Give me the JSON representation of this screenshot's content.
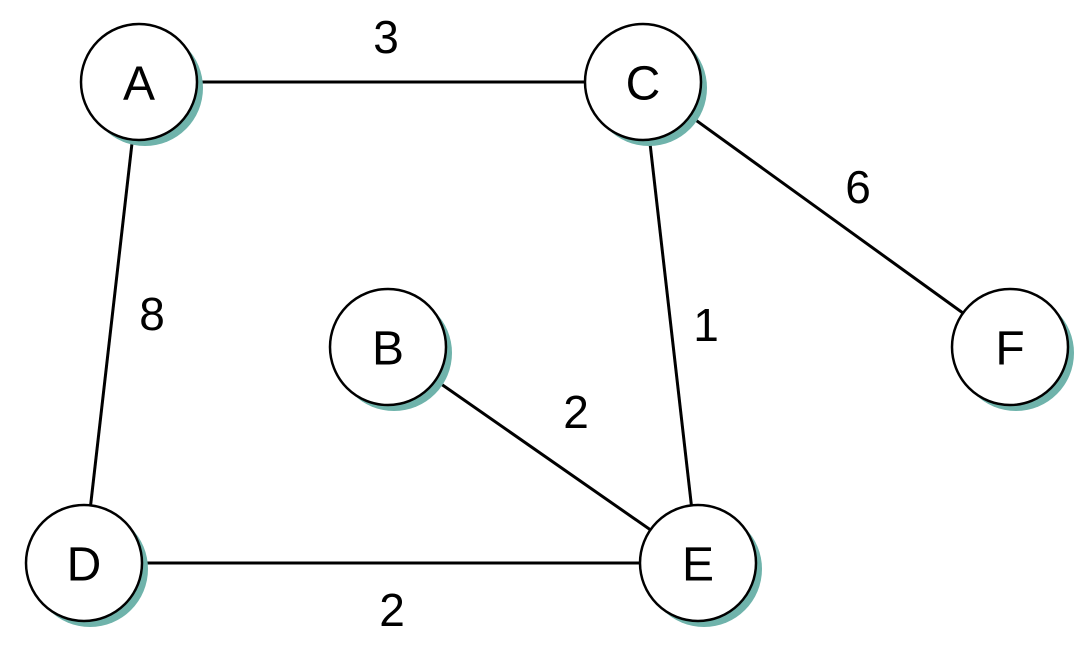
{
  "graph": {
    "nodes": [
      {
        "id": "A",
        "label": "A"
      },
      {
        "id": "B",
        "label": "B"
      },
      {
        "id": "C",
        "label": "C"
      },
      {
        "id": "D",
        "label": "D"
      },
      {
        "id": "E",
        "label": "E"
      },
      {
        "id": "F",
        "label": "F"
      }
    ],
    "edges": [
      {
        "from": "A",
        "to": "C",
        "weight": "3"
      },
      {
        "from": "A",
        "to": "D",
        "weight": "8"
      },
      {
        "from": "C",
        "to": "E",
        "weight": "1"
      },
      {
        "from": "C",
        "to": "F",
        "weight": "6"
      },
      {
        "from": "B",
        "to": "E",
        "weight": "2"
      },
      {
        "from": "D",
        "to": "E",
        "weight": "2"
      }
    ],
    "colors": {
      "node_fill": "#ffffff",
      "node_stroke": "#000000",
      "node_shadow": "#6fb3ab",
      "edge": "#000000"
    }
  }
}
